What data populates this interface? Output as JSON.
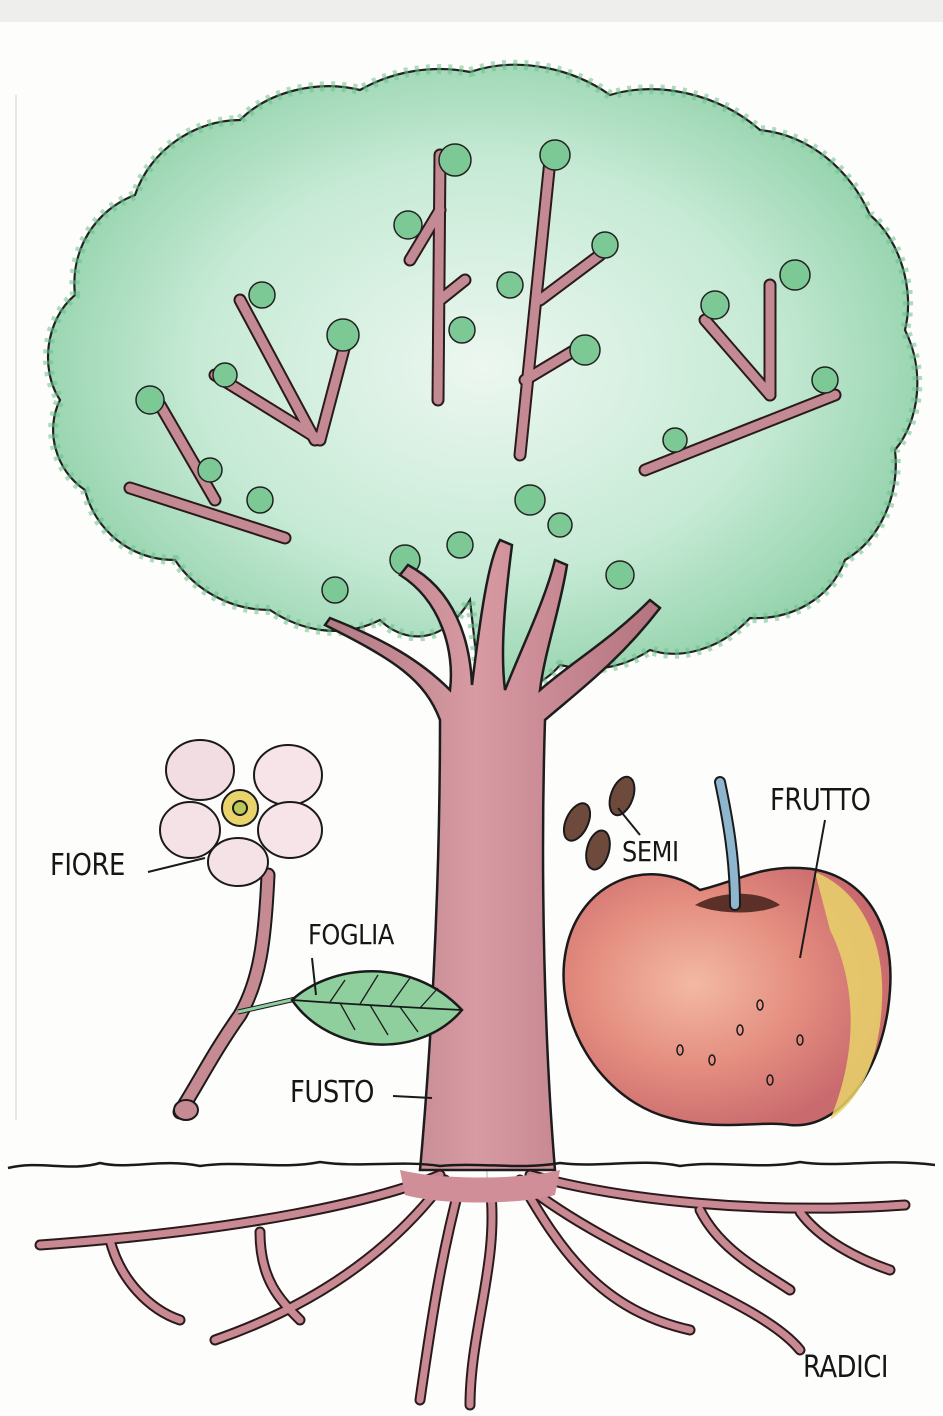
{
  "labels": {
    "fiore": "FIORE",
    "foglia": "FOGLIA",
    "fusto": "FUSTO",
    "semi": "SEMI",
    "frutto": "FRUTTO",
    "radici": "RADICI"
  },
  "colors": {
    "canopy": "#bfe6cf",
    "canopy_edge": "#5fb07e",
    "branch": "#b9838a",
    "trunk": "#c98b95",
    "apple": "#e59a86",
    "apple_yellow": "#e9d46a",
    "stem": "#8fb6cf",
    "leaf": "#8fcf9e",
    "seed": "#6e4a3c"
  }
}
